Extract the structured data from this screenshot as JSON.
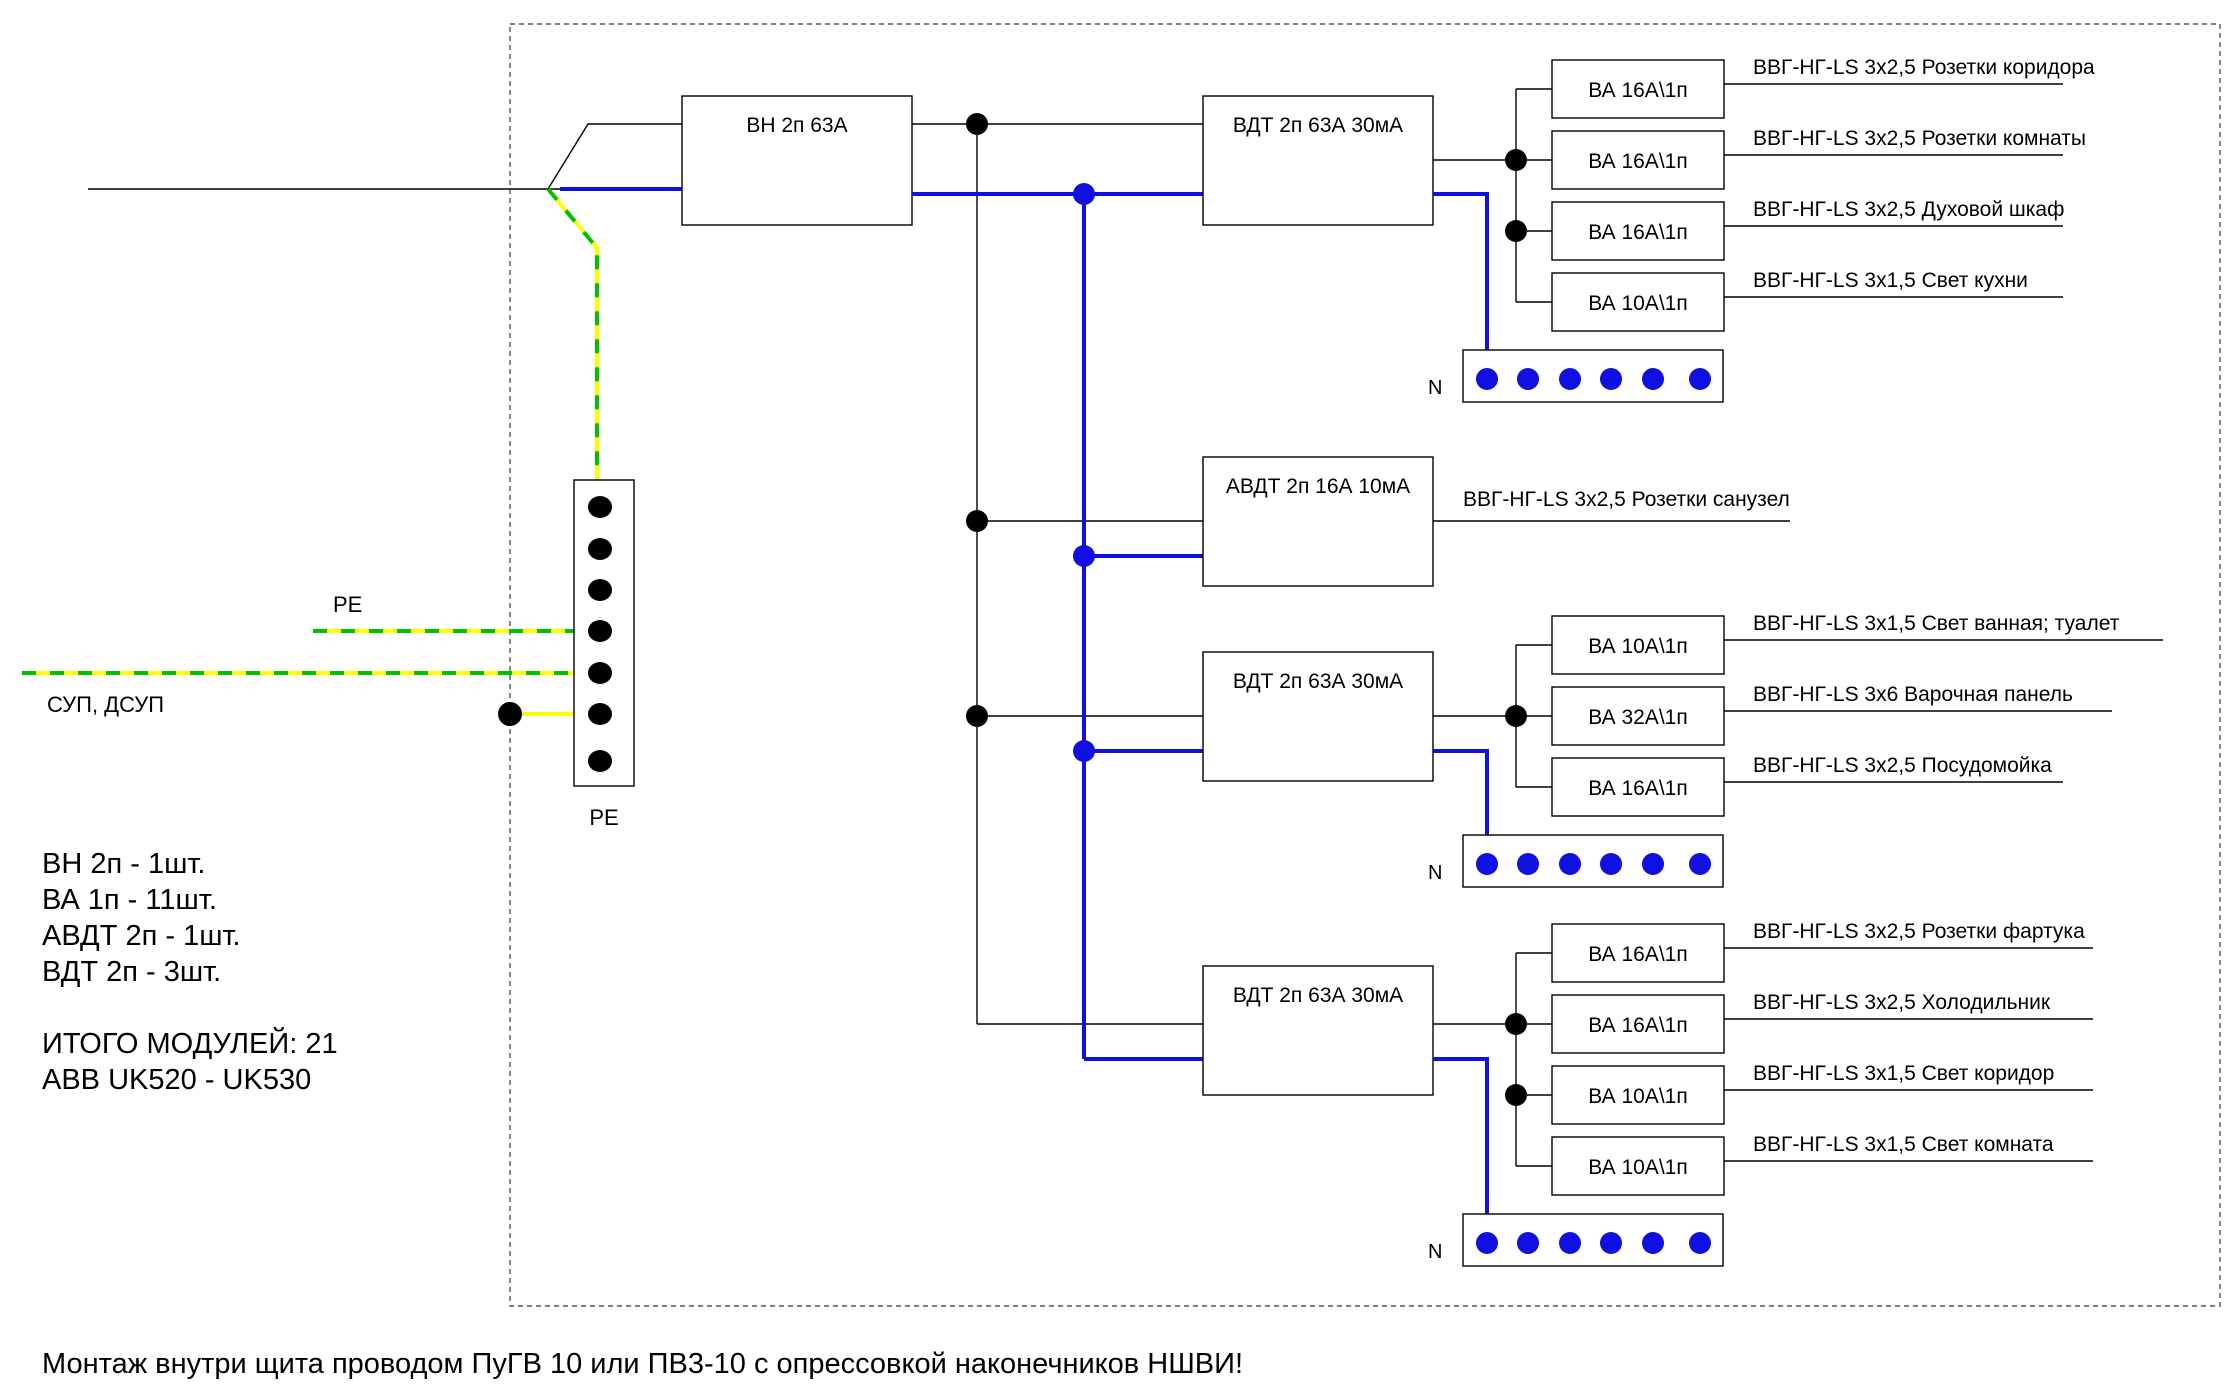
{
  "devices": {
    "main_switch": "ВН 2п 63А",
    "rcd1": "ВДТ 2п 63А 30мА",
    "rcbo": "АВДТ 2п 16А 10мА",
    "rcd2": "ВДТ 2п 63А 30мА",
    "rcd3": "ВДТ 2п 63А 30мА"
  },
  "group1": [
    {
      "breaker": "ВА 16А\\1п",
      "cable": "ВВГ-НГ-LS 3х2,5 Розетки коридора"
    },
    {
      "breaker": "ВА 16А\\1п",
      "cable": "ВВГ-НГ-LS 3х2,5 Розетки комнаты"
    },
    {
      "breaker": "ВА 16А\\1п",
      "cable": "ВВГ-НГ-LS 3х2,5 Духовой шкаф"
    },
    {
      "breaker": "ВА 10А\\1п",
      "cable": "ВВГ-НГ-LS 3х1,5 Свет кухни"
    }
  ],
  "rcbo_cable": "ВВГ-НГ-LS 3х2,5 Розетки санузел",
  "group2": [
    {
      "breaker": "ВА 10А\\1п",
      "cable": "ВВГ-НГ-LS 3х1,5 Свет ванная; туалет"
    },
    {
      "breaker": "ВА 32А\\1п",
      "cable": "ВВГ-НГ-LS 3х6 Варочная панель"
    },
    {
      "breaker": "ВА 16А\\1п",
      "cable": "ВВГ-НГ-LS 3х2,5 Посудомойка"
    }
  ],
  "group3": [
    {
      "breaker": "ВА 16А\\1п",
      "cable": "ВВГ-НГ-LS 3х2,5 Розетки фартука"
    },
    {
      "breaker": "ВА 16А\\1п",
      "cable": "ВВГ-НГ-LS 3х2,5 Холодильник"
    },
    {
      "breaker": "ВА 10А\\1п",
      "cable": "ВВГ-НГ-LS 3х1,5 Свет коридор"
    },
    {
      "breaker": "ВА 10А\\1п",
      "cable": "ВВГ-НГ-LS 3х1,5 Свет комната"
    }
  ],
  "neutral_label": "N",
  "pe": {
    "bus_label": "PE",
    "wire_label": "PE",
    "equipotential_label": "СУП, ДСУП"
  },
  "summary": [
    "ВН 2п - 1шт.",
    "ВА 1п - 11шт.",
    "АВДТ 2п - 1шт.",
    "ВДТ 2п - 3шт."
  ],
  "total": [
    "ИТОГО МОДУЛЕЙ: 21",
    "ABB UK520 - UK530"
  ],
  "footer_note": "Монтаж внутри щита проводом ПуГВ 10 или ПВ3-10 с опрессовкой наконечников НШВИ!",
  "colors": {
    "neutral": "#1010e0",
    "pe_yellow": "#ffff00",
    "pe_green": "#00c000",
    "line": "#000000"
  }
}
